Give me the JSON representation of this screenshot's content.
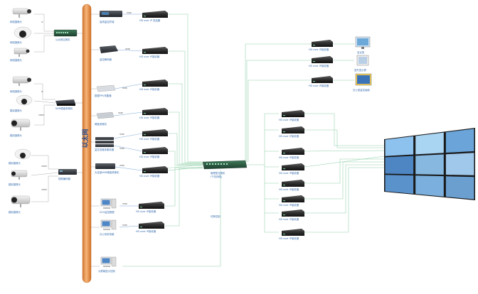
{
  "diagram": {
    "bus_label": "以太网",
    "center_switch": {
      "label_line1": "管理型交换机",
      "label_line2": "(千兆网络)"
    },
    "control_label": "切换控制",
    "cameras": [
      {
        "label": "网络摄像头"
      },
      {
        "label": "网络摄像头"
      },
      {
        "label": "网络摄像头"
      },
      {
        "label": "网络摄像头"
      },
      {
        "label": "模拟摄像头"
      },
      {
        "label": "模拟摄像头"
      },
      {
        "label": "模拟摄像头"
      },
      {
        "label": "模拟摄像头"
      },
      {
        "label": "模拟摄像头"
      }
    ],
    "left_devices": [
      {
        "label": "以太网交换机"
      },
      {
        "label": "NVR硬盘录像机"
      },
      {
        "label": "视频编码器"
      }
    ],
    "wire_tags": {
      "ip": "IP",
      "video": "VIDEO",
      "hdmi": "HDMI"
    },
    "sources": [
      {
        "label": "高清监控终端"
      },
      {
        "label": "监控解码器"
      },
      {
        "label": "数据PPU采集器"
      },
      {
        "label": "硬盘录像机"
      },
      {
        "label": "监控流媒体服务器"
      },
      {
        "label": "大容量NVR硬盘录像机"
      },
      {
        "label": "DCS监控数据"
      },
      {
        "label": "办公系统电脑"
      },
      {
        "label": "大屏幕显示控制"
      }
    ],
    "encoder_label": "HD over IP 发送器",
    "receiver_label": "HD over IP接收器",
    "displays": [
      {
        "label": "会议室"
      },
      {
        "label": "室外显示屏"
      },
      {
        "label": "办公室监控画面"
      }
    ],
    "video_wall": {
      "tiles": 9
    }
  }
}
